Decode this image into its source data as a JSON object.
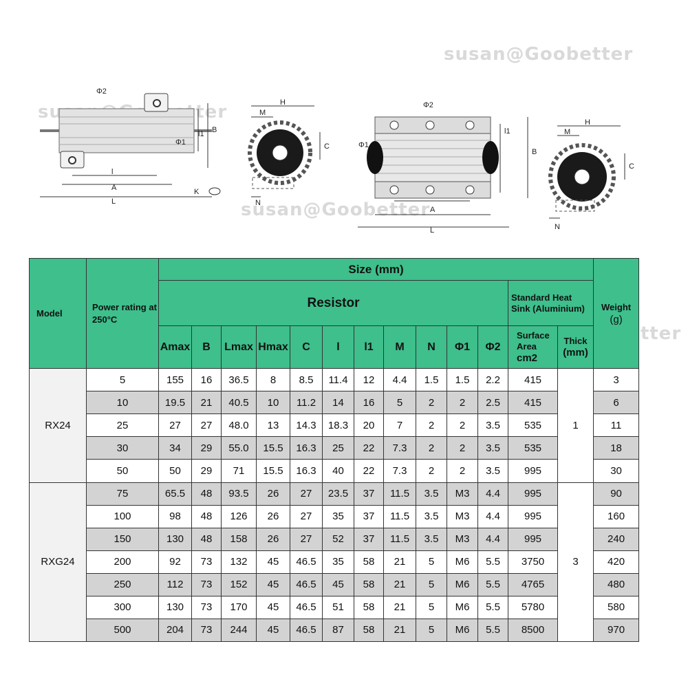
{
  "watermark": "susan@Goobetter",
  "drawing_labels": {
    "phi2": "Φ2",
    "phi1": "Φ1",
    "B": "B",
    "l1": "l1",
    "l": "l",
    "A": "A",
    "L": "L",
    "H": "H",
    "M": "M",
    "C": "C",
    "N": "N",
    "screw": "K"
  },
  "header": {
    "model": "Model",
    "power": "Power rating at 250°C",
    "size": "Size (mm)",
    "resistor": "Resistor",
    "heatsink": "Standard Heat Sink (Aluminium)",
    "weight": "Weight",
    "weight_unit": "(g)",
    "columns": [
      "Amax",
      "B",
      "Lmax",
      "Hmax",
      "C",
      "l",
      "l1",
      "M",
      "N",
      "Φ1",
      "Φ2"
    ],
    "surface": "Surface Area",
    "surface_unit": "cm2",
    "thick": "Thick",
    "thick_unit": "(mm)"
  },
  "groups": [
    {
      "model": "RX24",
      "thick": "1",
      "rows": [
        {
          "power": "5",
          "vals": [
            "155",
            "16",
            "36.5",
            "8",
            "8.5",
            "11.4",
            "12",
            "4.4",
            "1.5",
            "1.5",
            "2.2"
          ],
          "surface": "415",
          "weight": "3"
        },
        {
          "power": "10",
          "vals": [
            "19.5",
            "21",
            "40.5",
            "10",
            "11.2",
            "14",
            "16",
            "5",
            "2",
            "2",
            "2.5"
          ],
          "surface": "415",
          "weight": "6"
        },
        {
          "power": "25",
          "vals": [
            "27",
            "27",
            "48.0",
            "13",
            "14.3",
            "18.3",
            "20",
            "7",
            "2",
            "2",
            "3.5"
          ],
          "surface": "535",
          "weight": "11"
        },
        {
          "power": "30",
          "vals": [
            "34",
            "29",
            "55.0",
            "15.5",
            "16.3",
            "25",
            "22",
            "7.3",
            "2",
            "2",
            "3.5"
          ],
          "surface": "535",
          "weight": "18"
        },
        {
          "power": "50",
          "vals": [
            "50",
            "29",
            "71",
            "15.5",
            "16.3",
            "40",
            "22",
            "7.3",
            "2",
            "2",
            "3.5"
          ],
          "surface": "995",
          "weight": "30"
        }
      ]
    },
    {
      "model": "RXG24",
      "thick": "3",
      "rows": [
        {
          "power": "75",
          "vals": [
            "65.5",
            "48",
            "93.5",
            "26",
            "27",
            "23.5",
            "37",
            "11.5",
            "3.5",
            "M3",
            "4.4"
          ],
          "surface": "995",
          "weight": "90"
        },
        {
          "power": "100",
          "vals": [
            "98",
            "48",
            "126",
            "26",
            "27",
            "35",
            "37",
            "11.5",
            "3.5",
            "M3",
            "4.4"
          ],
          "surface": "995",
          "weight": "160"
        },
        {
          "power": "150",
          "vals": [
            "130",
            "48",
            "158",
            "26",
            "27",
            "52",
            "37",
            "11.5",
            "3.5",
            "M3",
            "4.4"
          ],
          "surface": "995",
          "weight": "240"
        },
        {
          "power": "200",
          "vals": [
            "92",
            "73",
            "132",
            "45",
            "46.5",
            "35",
            "58",
            "21",
            "5",
            "M6",
            "5.5"
          ],
          "surface": "3750",
          "weight": "420"
        },
        {
          "power": "250",
          "vals": [
            "112",
            "73",
            "152",
            "45",
            "46.5",
            "45",
            "58",
            "21",
            "5",
            "M6",
            "5.5"
          ],
          "surface": "4765",
          "weight": "480"
        },
        {
          "power": "300",
          "vals": [
            "130",
            "73",
            "170",
            "45",
            "46.5",
            "51",
            "58",
            "21",
            "5",
            "M6",
            "5.5"
          ],
          "surface": "5780",
          "weight": "580"
        },
        {
          "power": "500",
          "vals": [
            "204",
            "73",
            "244",
            "45",
            "46.5",
            "87",
            "58",
            "21",
            "5",
            "M6",
            "5.5"
          ],
          "surface": "8500",
          "weight": "970"
        }
      ]
    }
  ],
  "colors": {
    "header_green": "#3ebf8c",
    "row_gray": "#d3d3d3"
  }
}
